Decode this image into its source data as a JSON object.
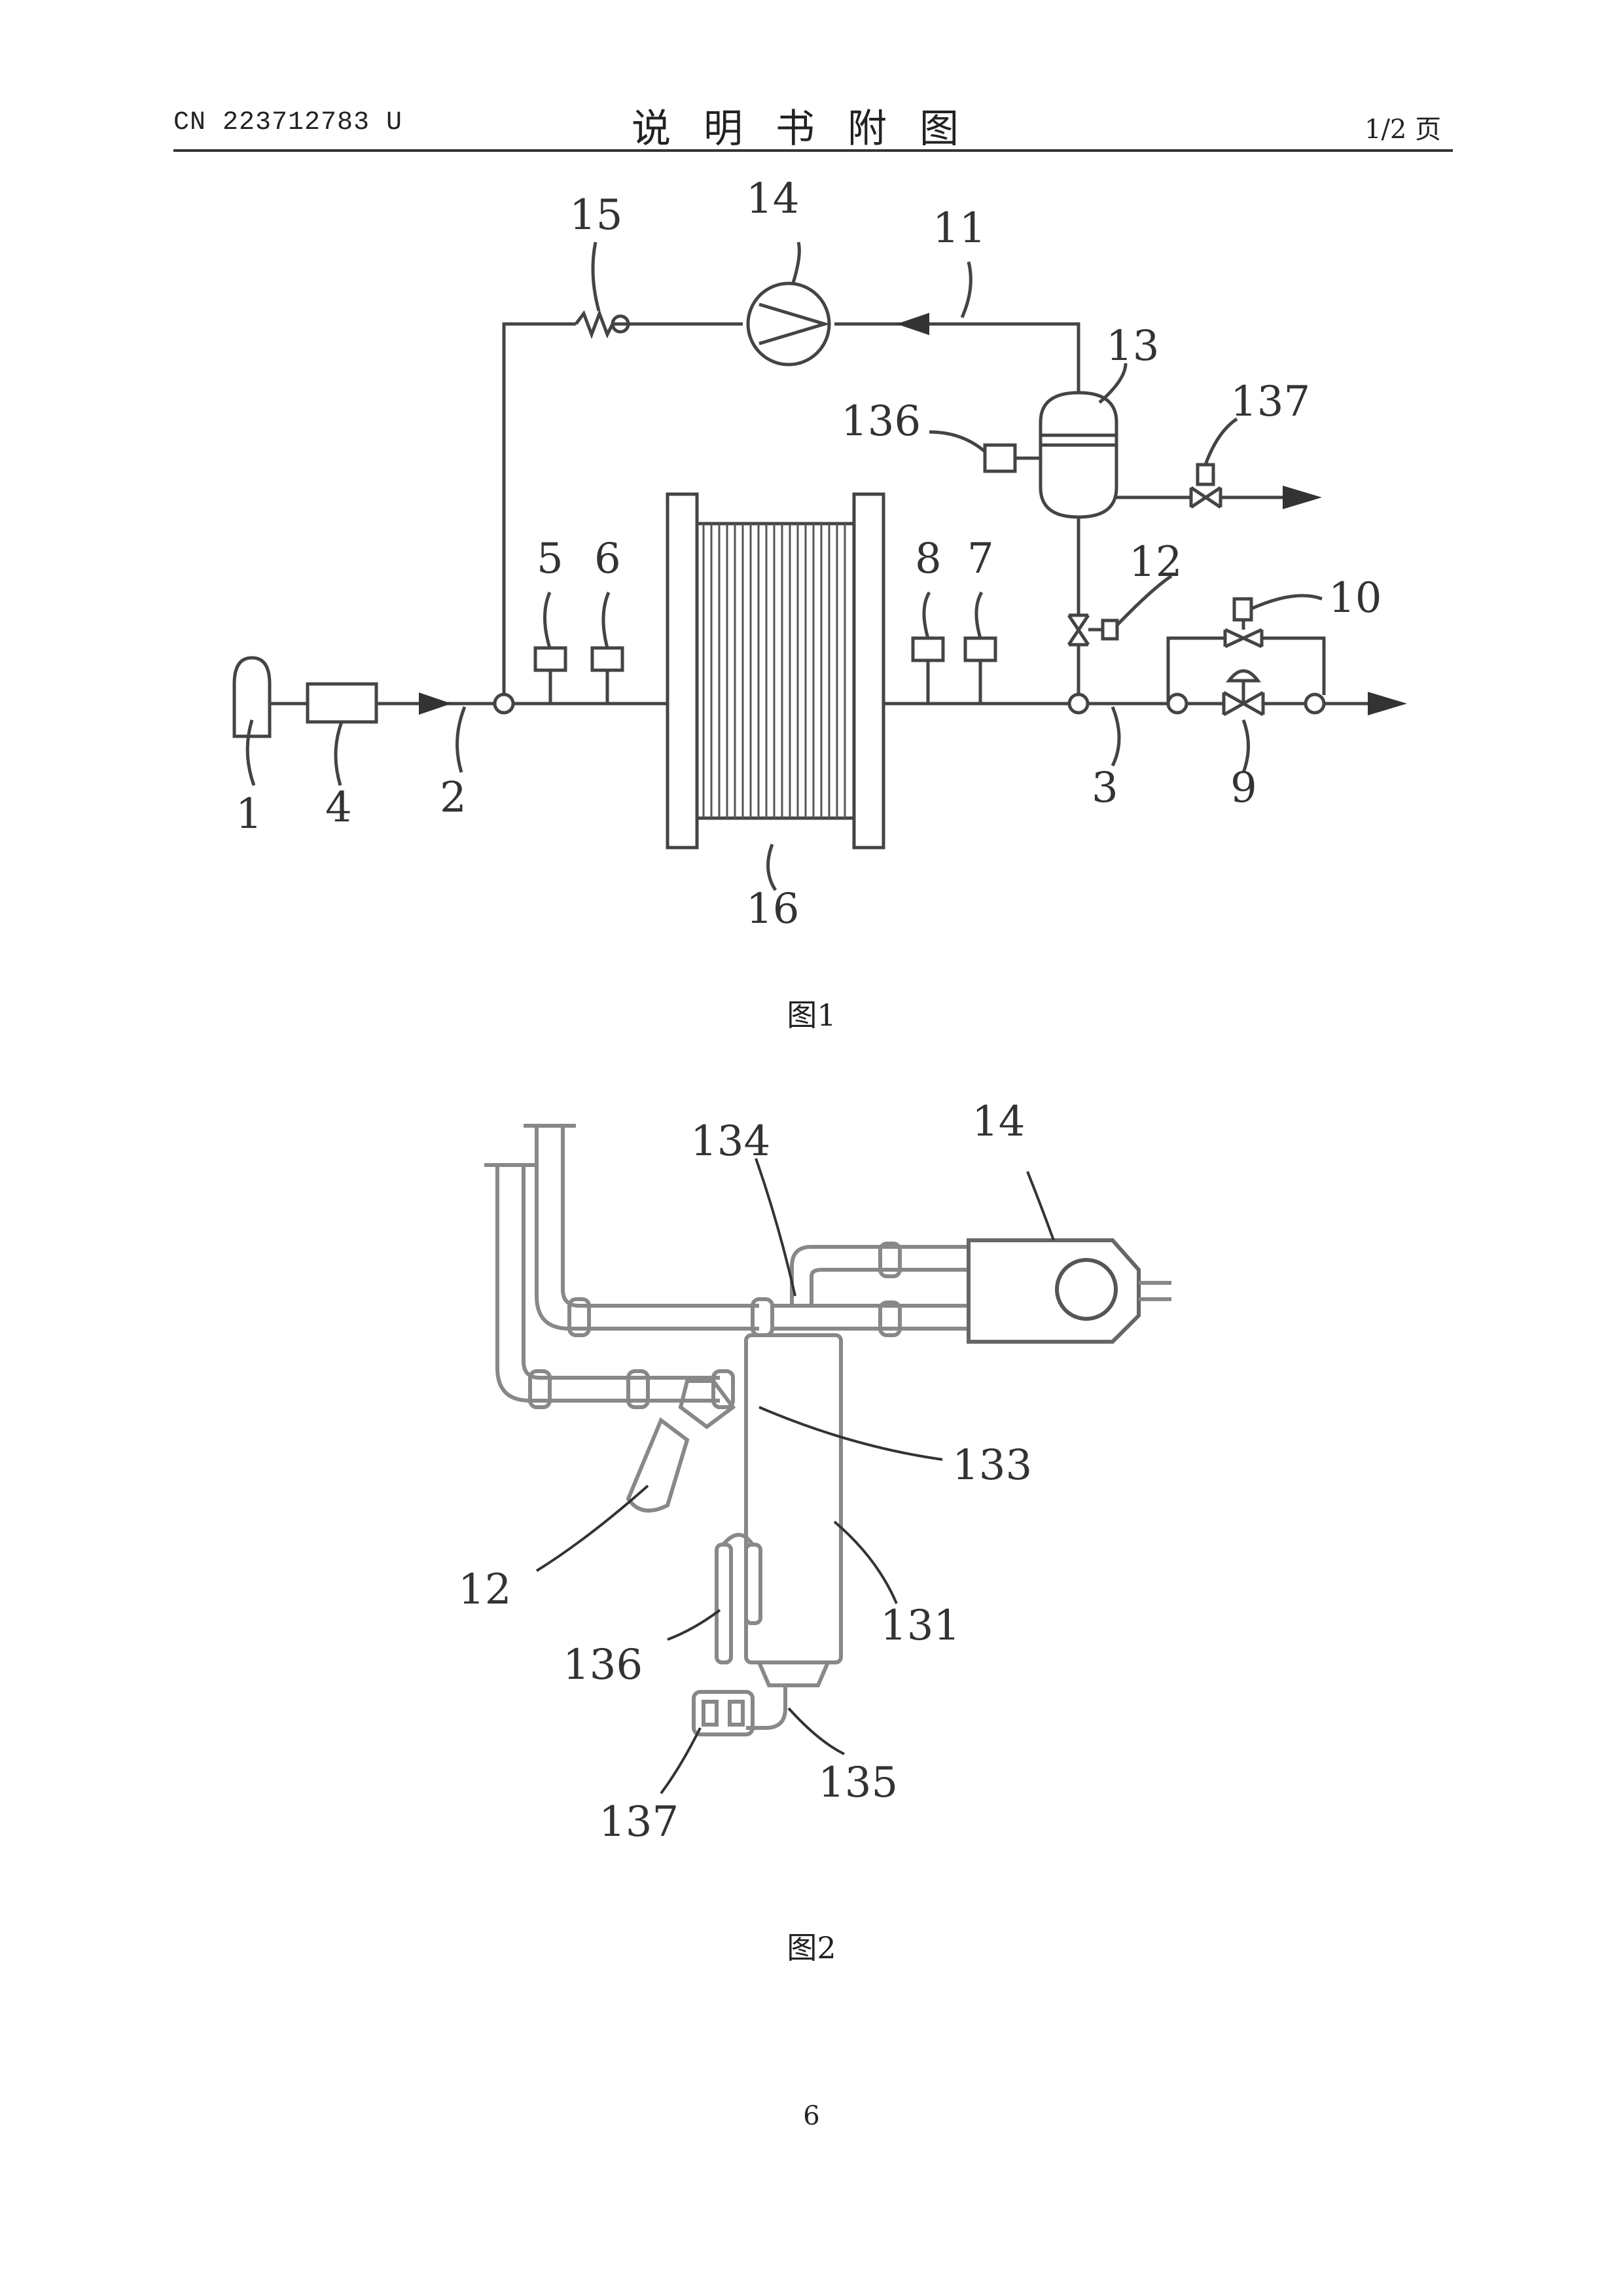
{
  "header": {
    "doc_number": "CN 223712783 U",
    "title": "说明书附图",
    "page_info": "1/2 页"
  },
  "figure1": {
    "caption": "图1",
    "labels": {
      "l1": "1",
      "l2": "2",
      "l3": "3",
      "l4": "4",
      "l5": "5",
      "l6": "6",
      "l7": "7",
      "l8": "8",
      "l9": "9",
      "l10": "10",
      "l11": "11",
      "l12": "12",
      "l13": "13",
      "l14": "14",
      "l15": "15",
      "l16": "16",
      "l136": "136",
      "l137": "137"
    }
  },
  "figure2": {
    "caption": "图2",
    "labels": {
      "l134": "134",
      "l14": "14",
      "l133": "133",
      "l12": "12",
      "l131": "131",
      "l136": "136",
      "l135": "135",
      "l137": "137"
    }
  },
  "page_number": "6"
}
